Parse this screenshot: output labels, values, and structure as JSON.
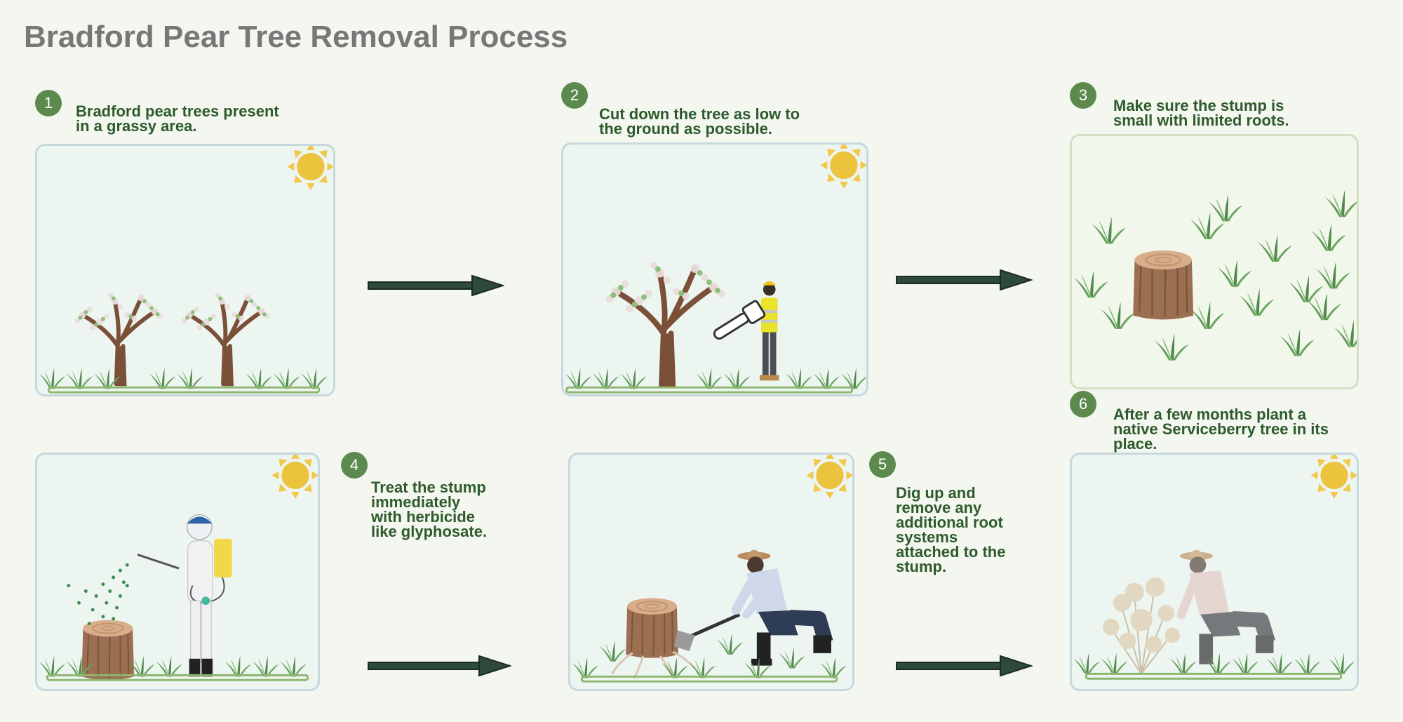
{
  "title": "Bradford Pear Tree Removal Process",
  "colors": {
    "title": "#777777",
    "badge": "#5c8a4e",
    "caption": "#2e5a2c",
    "arrow": "#2e4a3a"
  },
  "steps": [
    {
      "number": "1",
      "lines": [
        "Bradford pear trees present",
        "in a grassy area."
      ]
    },
    {
      "number": "2",
      "lines": [
        "Cut down the tree as low to",
        "the ground as possible."
      ]
    },
    {
      "number": "3",
      "lines": [
        "Make sure the stump is",
        "small with limited roots."
      ]
    },
    {
      "number": "4",
      "lines": [
        "Treat the stump",
        "immediately",
        "with herbicide",
        "like glyphosate."
      ]
    },
    {
      "number": "5",
      "lines": [
        "Dig up and",
        "remove any",
        "additional root",
        "systems",
        "attached to the",
        "stump."
      ]
    },
    {
      "number": "6",
      "lines": [
        "After a few months plant a",
        "native Serviceberry tree in its",
        "place."
      ]
    }
  ]
}
